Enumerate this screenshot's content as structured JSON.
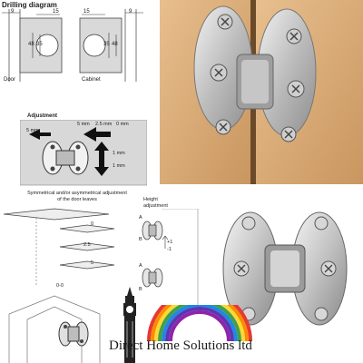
{
  "drilling": {
    "title": "Drilling diagram",
    "dim_9": "9",
    "dim_15": "15",
    "dim_35": "35",
    "dim_48": "48",
    "door_label": "Door",
    "cabinet_label": "Cabinet"
  },
  "adjustment": {
    "title": "Adjustment",
    "mm5_left": "5 mm",
    "mm5_top": "5 mm",
    "mm25": "2.5 mm",
    "mm0": "0 mm",
    "mm1_up": "1 mm",
    "mm1_down": "1 mm"
  },
  "symmetric": {
    "caption": "Symmetrical and/or asymmetrical adjustment of the door leaves",
    "val_0": "0",
    "val_25": "2.5",
    "val_5": "5",
    "val_00": "0-0"
  },
  "height": {
    "caption": "Height adjustment",
    "A": "A",
    "B": "B",
    "plus1": "+1",
    "minus1": "-1"
  },
  "brand": {
    "name": "Direct Home Solutions ltd",
    "rainbow": [
      "#e53935",
      "#fb8c00",
      "#fdd835",
      "#43a047",
      "#1e88e5",
      "#5e35b1",
      "#8e24aa"
    ]
  }
}
